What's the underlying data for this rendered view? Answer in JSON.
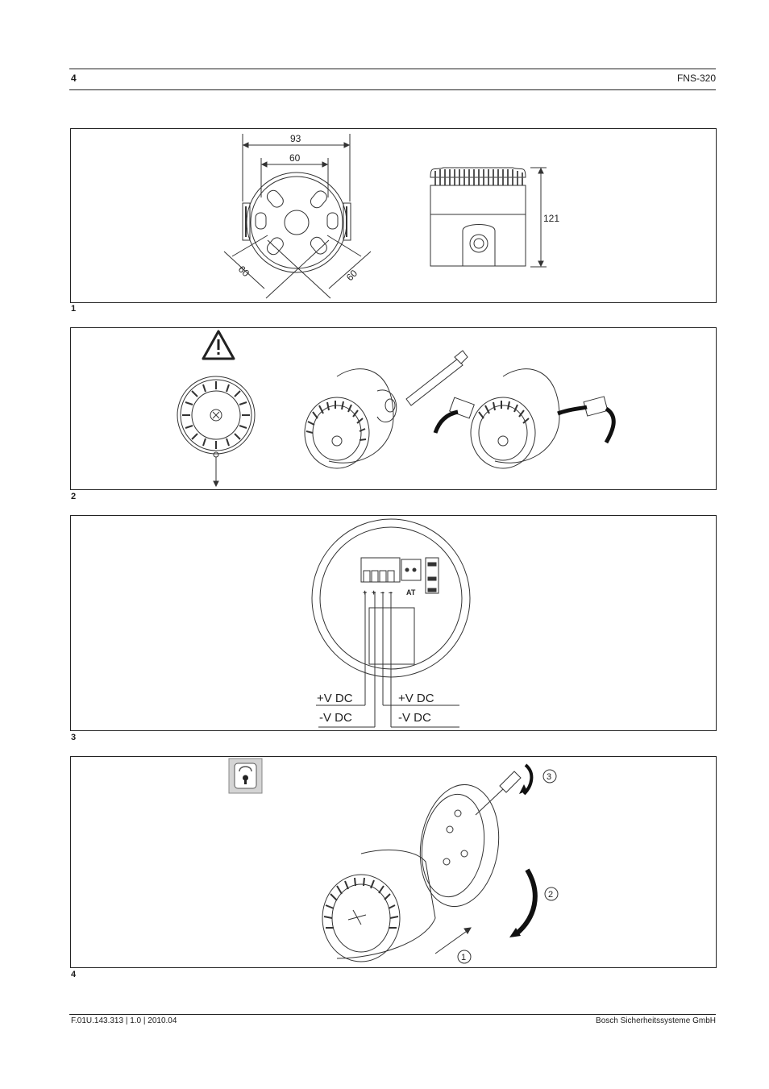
{
  "header": {
    "page_number": "4",
    "doc_title": "FNS-320"
  },
  "figures": [
    {
      "number": "1",
      "dim_outer": "93",
      "dim_inner": "60",
      "dim_diag_left": "60",
      "dim_diag_right": "60",
      "dim_height": "121"
    },
    {
      "number": "2"
    },
    {
      "number": "3",
      "label_pos_left": "+V DC",
      "label_neg_left": "-V DC",
      "label_pos_right": "+V DC",
      "label_neg_right": "-V DC",
      "terminal_label": "AT"
    },
    {
      "number": "4",
      "step_1": "1",
      "step_2": "2",
      "step_3": "3"
    }
  ],
  "footer": {
    "doc_id": "F.01U.143.313 | 1.0 | 2010.04",
    "company": "Bosch Sicherheitssysteme GmbH"
  }
}
